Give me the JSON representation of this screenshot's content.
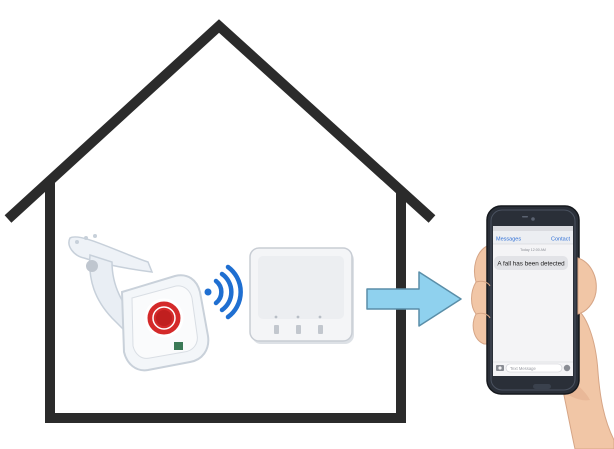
{
  "colors": {
    "house_outline": "#2b2b2b",
    "alarm_button": "#d42a2a",
    "wifi_signal": "#1f6fd1",
    "arrow_fill": "#8fd1ee",
    "arrow_stroke": "#5a8ea8",
    "phone_body": "#2a2f38",
    "skin": "#f1c6a6"
  },
  "icons": {
    "signal": "wifi-signal-icon",
    "flow": "right-arrow-icon"
  },
  "phone_screen": {
    "back_label": "Messages",
    "contact_label": "Contact",
    "timestamp": "Today 12:00 AM",
    "message_text": "A fall has been detected",
    "input_placeholder": "Text Message"
  }
}
